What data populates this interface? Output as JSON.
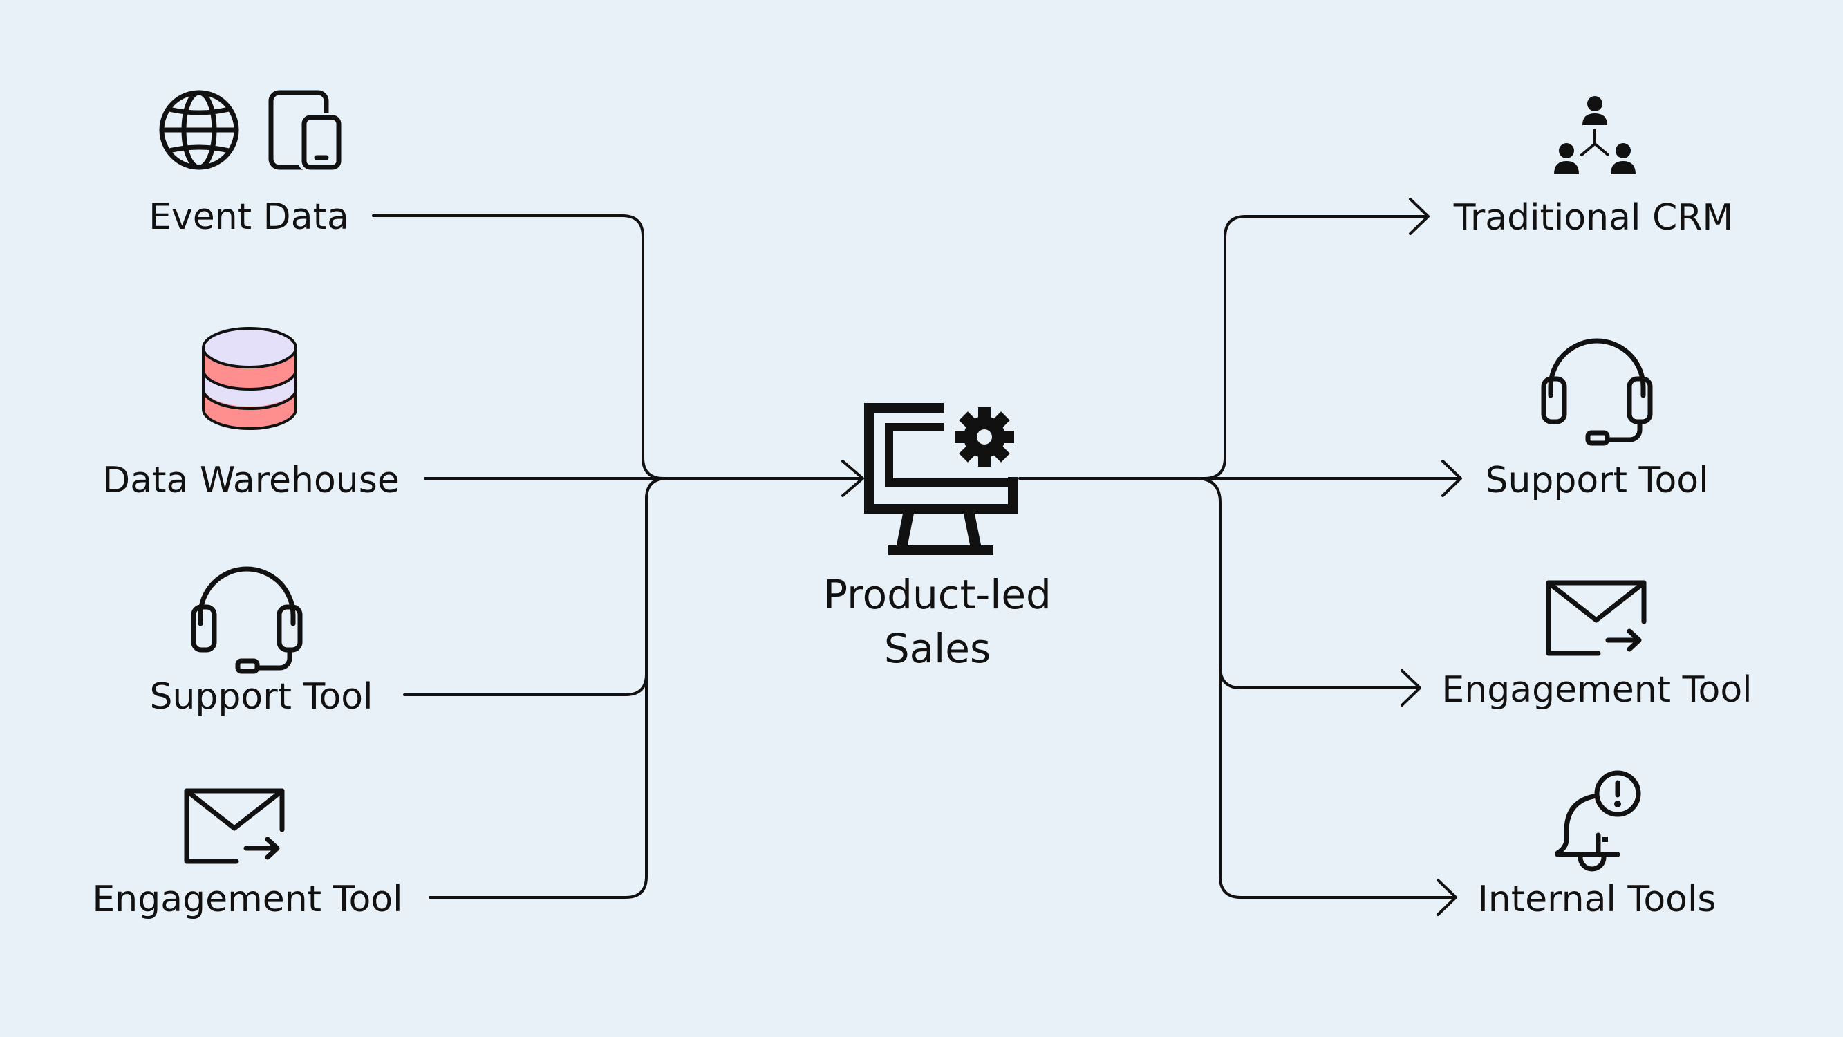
{
  "colors": {
    "background": "#e8f0f8",
    "ink": "#111111",
    "db_top": "#e4e0fa",
    "db_band": "#ff8f8f"
  },
  "center": {
    "label_line1": "Product-led",
    "label_line2": "Sales",
    "icon": "computer-gear-icon"
  },
  "sources": [
    {
      "label": "Event Data",
      "icons": [
        "globe-icon",
        "devices-icon"
      ]
    },
    {
      "label": "Data Warehouse",
      "icons": [
        "database-icon"
      ]
    },
    {
      "label": "Support Tool",
      "icons": [
        "headset-icon"
      ]
    },
    {
      "label": "Engagement Tool",
      "icons": [
        "email-forward-icon"
      ]
    }
  ],
  "destinations": [
    {
      "label": "Traditional CRM",
      "icons": [
        "org-network-icon"
      ]
    },
    {
      "label": "Support Tool",
      "icons": [
        "headset-icon"
      ]
    },
    {
      "label": "Engagement Tool",
      "icons": [
        "email-forward-icon"
      ]
    },
    {
      "label": "Internal Tools",
      "icons": [
        "bell-alert-icon"
      ]
    }
  ]
}
